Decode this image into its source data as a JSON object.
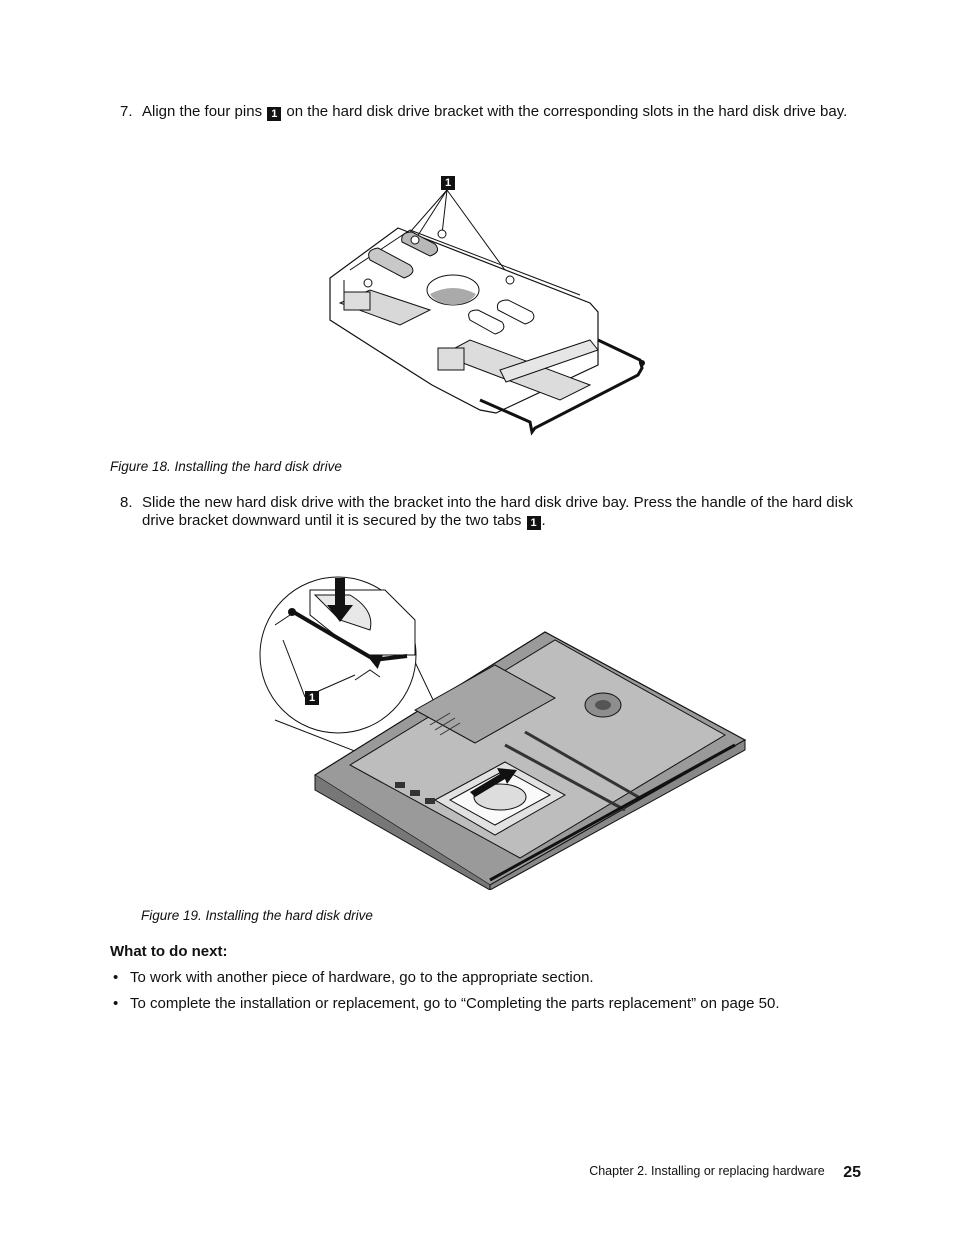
{
  "steps": [
    {
      "number": "7.",
      "before": "Align the four pins",
      "callout": "1",
      "after": "on the hard disk drive bracket with the corresponding slots in the hard disk drive bay."
    },
    {
      "number": "8.",
      "before": "Slide the new hard disk drive with the bracket into the hard disk drive bay. Press the handle of the hard disk drive bracket downward until it is secured by the two tabs",
      "callout": "1",
      "after": "."
    }
  ],
  "figures": [
    {
      "caption": "Figure 18.  Installing the hard disk drive",
      "callout": "1"
    },
    {
      "caption": "Figure 19.  Installing the hard disk drive",
      "callout": "1"
    }
  ],
  "next": {
    "heading": "What to do next:",
    "bullets": [
      "To work with another piece of hardware, go to the appropriate section.",
      "To complete the installation or replacement, go to “Completing the parts replacement” on page 50."
    ]
  },
  "footer": {
    "chapter": "Chapter 2.  Installing or replacing hardware",
    "page": "25"
  }
}
